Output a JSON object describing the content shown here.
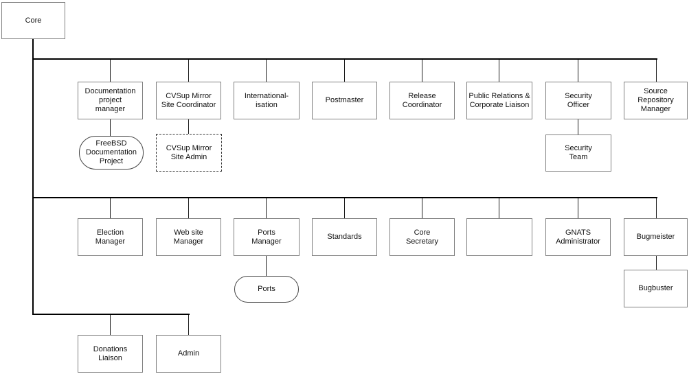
{
  "colors": {
    "background": "#ffffff",
    "box_border": "#7f7f7f",
    "trunk_line": "#000000",
    "stub_line": "#1c1c1c",
    "text": "#111111"
  },
  "root": {
    "label": "Core"
  },
  "row1": [
    {
      "label": "Documentation\nproject\nmanager"
    },
    {
      "label": "CVSup Mirror\nSite Coordinator"
    },
    {
      "label": "International-\nisation"
    },
    {
      "label": "Postmaster"
    },
    {
      "label": "Release\nCoordinator"
    },
    {
      "label": "Public Relations &\nCorporate Liaison"
    },
    {
      "label": "Security\nOfficer"
    },
    {
      "label": "Source\nRepository\nManager"
    }
  ],
  "row1_children": {
    "freebsd_documentation_project": {
      "label": "FreeBSD\nDocumentation\nProject"
    },
    "cvsup_mirror_site_admin": {
      "label": "CVSup Mirror\nSite Admin"
    },
    "security_team": {
      "label": "Security\nTeam"
    }
  },
  "row2": [
    {
      "label": "Election\nManager"
    },
    {
      "label": "Web site\nManager"
    },
    {
      "label": "Ports\nManager"
    },
    {
      "label": "Standards"
    },
    {
      "label": "Core\nSecretary"
    },
    {
      "label": ""
    },
    {
      "label": "GNATS\nAdministrator"
    },
    {
      "label": "Bugmeister"
    }
  ],
  "row2_children": {
    "ports": {
      "label": "Ports"
    },
    "bugbuster": {
      "label": "Bugbuster"
    }
  },
  "row3": [
    {
      "label": "Donations\nLiaison"
    },
    {
      "label": "Admin"
    }
  ]
}
